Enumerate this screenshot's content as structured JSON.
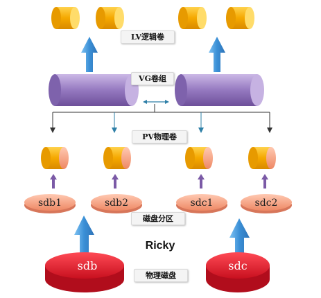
{
  "labels": {
    "lv": "LV逻辑卷",
    "vg": "VG卷组",
    "pv": "PV物理卷",
    "partition": "磁盘分区",
    "physical_disk": "物理磁盘"
  },
  "author": "Ricky",
  "partitions": [
    "sdb1",
    "sdb2",
    "sdc1",
    "sdc2"
  ],
  "disks": [
    "sdb",
    "sdc"
  ],
  "colors": {
    "lv_cylinder": "#f2b200",
    "vg_cylinder": "#9b82bf",
    "pv_cylinder": "#f5a623",
    "partition_disk": "#f39a7b",
    "physical_disk": "#d9162a",
    "blue_arrow": "#3a8fd6",
    "purple_arrow": "#7b5aa6"
  }
}
